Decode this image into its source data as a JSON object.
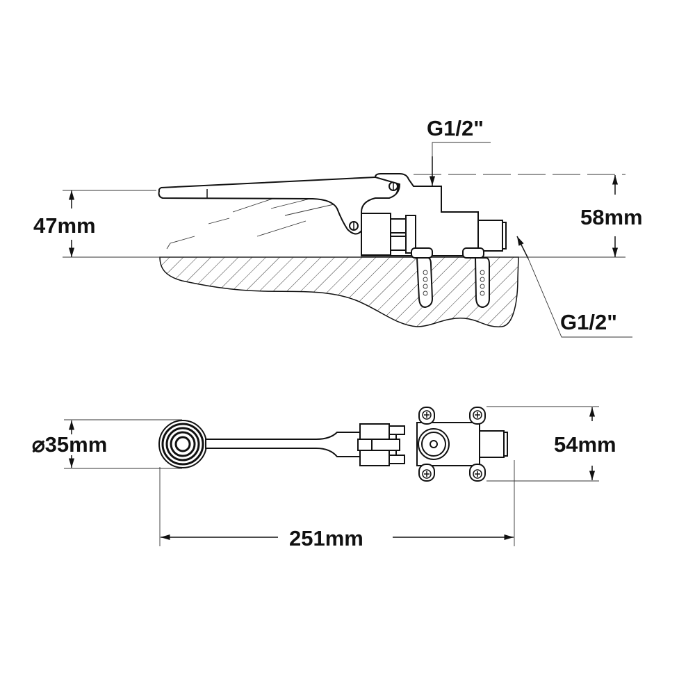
{
  "side_view": {
    "height_lever": "47mm",
    "height_body": "58mm",
    "inlet_thread_top": "G1/2\"",
    "outlet_thread_side": "G1/2\""
  },
  "top_view": {
    "pedal_diameter": "⌀35mm",
    "body_width": "54mm",
    "overall_length": "251mm"
  }
}
